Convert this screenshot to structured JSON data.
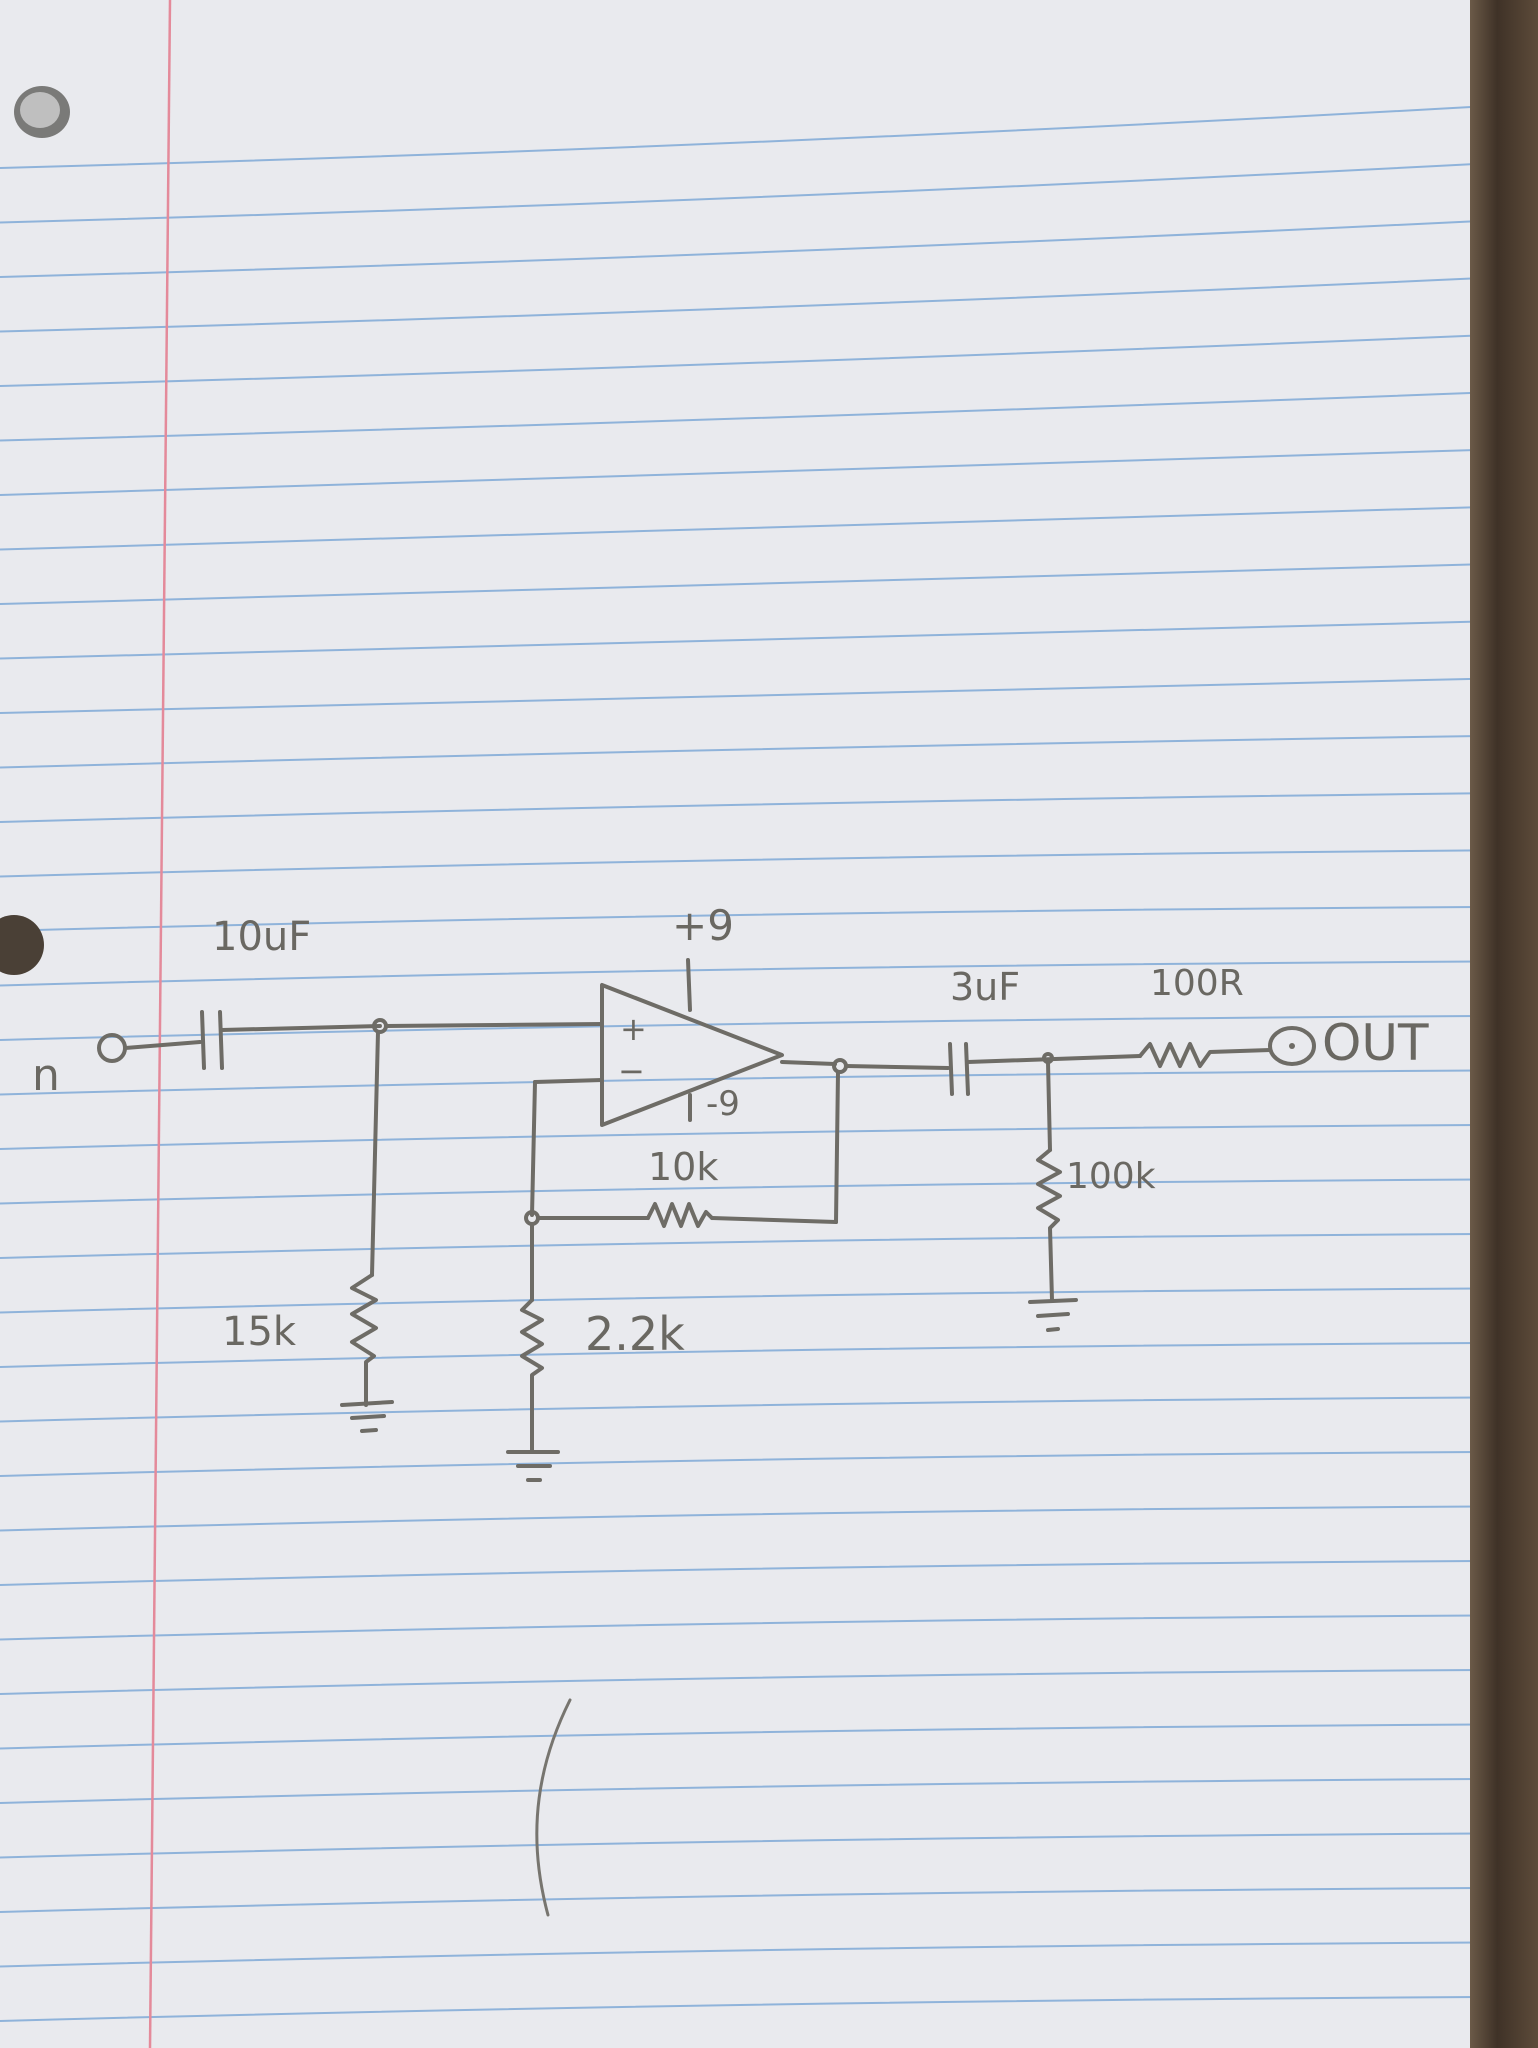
{
  "labels": {
    "input_fragment": "n",
    "input_cap": "10uF",
    "input_resistor": "15k",
    "opamp_plus_supply": "+9",
    "opamp_minus_supply": "-9",
    "opamp_noninverting": "+",
    "opamp_inverting": "−",
    "feedback_resistor": "10k",
    "gain_resistor": "2.2k",
    "output_cap": "3uF",
    "output_resistor": "100R",
    "output_shunt": "100k",
    "output": "OUT"
  },
  "colors": {
    "paper": "#e9eaee",
    "rule_line": "#8fb3da",
    "margin_line": "#e48a9a",
    "pencil": "#6e6c66"
  }
}
